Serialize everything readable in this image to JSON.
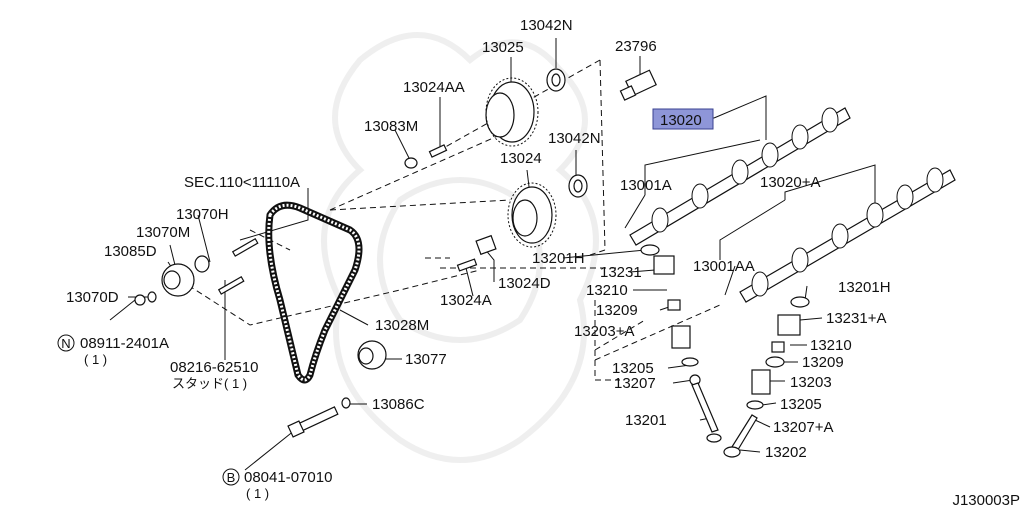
{
  "diagram": {
    "diagram_code": "J130003P",
    "highlight_color": "#8e96d8",
    "labels": {
      "l13042N_a": "13042N",
      "l13025": "13025",
      "l23796": "23796",
      "l13024AA": "13024AA",
      "l13020": "13020",
      "l13083M": "13083M",
      "l13042N_b": "13042N",
      "l13024": "13024",
      "l13001A": "13001A",
      "l13020A": "13020+A",
      "lSEC110": "SEC.110<11110A",
      "l13070H": "13070H",
      "l13070M": "13070M",
      "l13085D": "13085D",
      "l13201H_a": "13201H",
      "l13231": "13231",
      "l13001AA": "13001AA",
      "l13210_a": "13210",
      "l13024D": "13024D",
      "l13070D": "13070D",
      "l13201H_b": "13201H",
      "l13024A": "13024A",
      "l13209_a": "13209",
      "l13231A": "13231+A",
      "l13028M": "13028M",
      "l13203A": "13203+A",
      "l13210_b": "13210",
      "l08911": "08911-2401A",
      "l08911q": "( 1 )",
      "l13077": "13077",
      "l13209_b": "13209",
      "l08216": "08216-62510",
      "l08216s": "スタッド( 1 )",
      "l13205_a": "13205",
      "l13203": "13203",
      "l13207": "13207",
      "l13086C": "13086C",
      "l13205_b": "13205",
      "l13201": "13201",
      "l13207A": "13207+A",
      "l13202": "13202",
      "l08041": "08041-07010",
      "l08041q": "( 1 )"
    },
    "markers": {
      "n_circle": "N",
      "b_circle": "B"
    }
  }
}
